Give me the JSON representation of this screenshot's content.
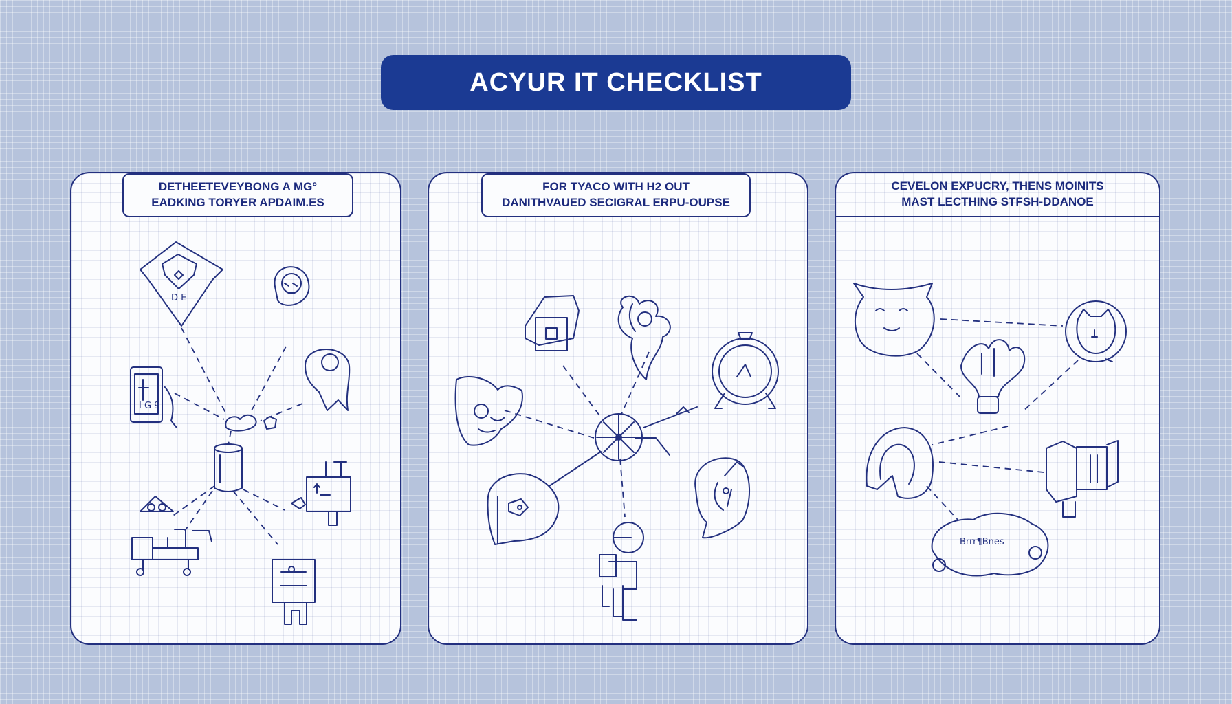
{
  "title": "ACYUR IT CHECKLIST",
  "panels": [
    {
      "label_line1": "DETHEETEVEYBONG A MG°",
      "label_line2": "EADKING TORYER APDAIM.ES",
      "icons": [
        "shield-heart-icon",
        "person-portrait-icon",
        "tablet-icon",
        "map-pin-icon",
        "cloud-icon",
        "cylinder-icon",
        "server-box-icon",
        "eye-mask-icon",
        "bench-cart-icon",
        "machine-icon"
      ],
      "shield_text": "D E",
      "tablet_text": "I G 9"
    },
    {
      "label_line1": "FOR TYACO WITH H2 OUT",
      "label_line2": "DANITHVAUED SECIGRAL ERPU-OUPSE",
      "icons": [
        "folder-house-icon",
        "flower-icon",
        "alarm-clock-icon",
        "cat-head-icon",
        "compass-hub-icon",
        "bird-head-icon",
        "lion-head-icon",
        "person-laptop-icon"
      ]
    },
    {
      "label_line1": "CEVELON EXPUCRY, THENS MOINITS",
      "label_line2": "MAST LECTHING STFSH-DDANOE",
      "icons": [
        "ram-head-icon",
        "fox-badge-icon",
        "lotus-bulb-icon",
        "archway-icon",
        "robot-arm-icon",
        "lamb-icon"
      ],
      "lamb_text": "Brrr¶Bnes"
    }
  ]
}
